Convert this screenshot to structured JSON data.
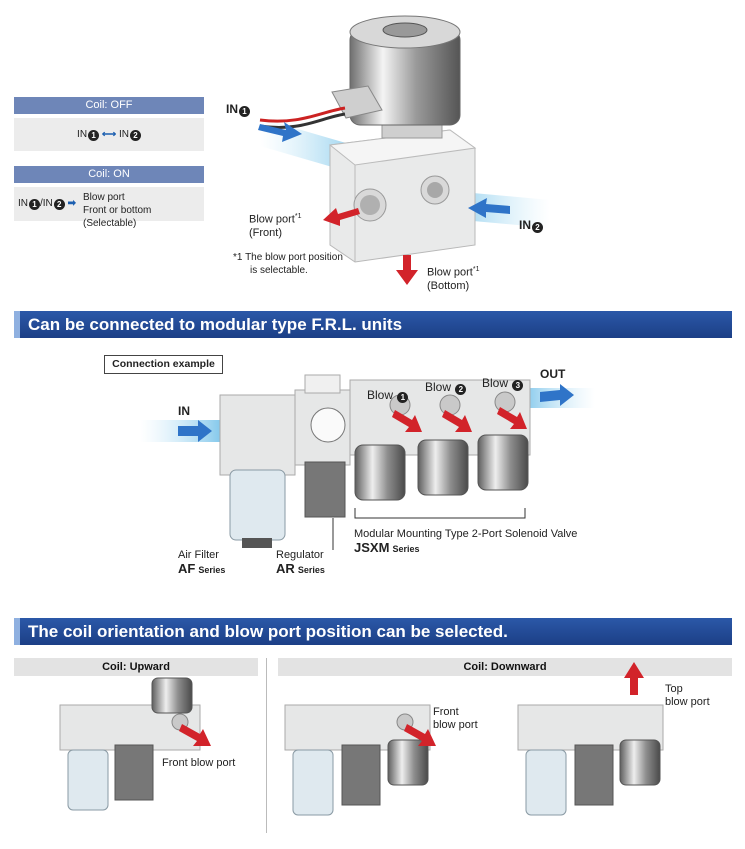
{
  "coil_off": {
    "header": "Coil: OFF",
    "in1": "IN",
    "in2": "IN",
    "n1": "1",
    "n2": "2"
  },
  "coil_on": {
    "header": "Coil: ON",
    "in12": "IN",
    "n1": "1",
    "slash": "/IN",
    "n2": "2",
    "blow_line1": "Blow port",
    "blow_line2": "Front or bottom (Selectable)"
  },
  "valve": {
    "in1_label": "IN",
    "in1_num": "1",
    "in2_label": "IN",
    "in2_num": "2",
    "blow_front_line1": "Blow port",
    "blow_front_mark": "*1",
    "blow_front_line2": "(Front)",
    "blow_bottom_line1": "Blow port",
    "blow_bottom_mark": "*1",
    "blow_bottom_line2": "(Bottom)",
    "note_mark": "*1",
    "note_line1": "The blow port position",
    "note_line2": "is selectable."
  },
  "section1": {
    "title": "Can be connected to modular type F.R.L. units"
  },
  "example": {
    "box_label": "Connection example",
    "in_label": "IN",
    "out_label": "OUT",
    "blow1": "Blow",
    "blow1_num": "1",
    "blow2": "Blow",
    "blow2_num": "2",
    "blow3": "Blow",
    "blow3_num": "3",
    "air_filter_caption": "Air Filter",
    "af_series": "AF",
    "af_suffix": "Series",
    "regulator_caption": "Regulator",
    "ar_series": "AR",
    "ar_suffix": "Series",
    "solenoid_caption": "Modular Mounting Type 2-Port Solenoid Valve",
    "jsxm_series": "JSXM",
    "jsxm_suffix": "Series"
  },
  "section2": {
    "title": "The coil orientation and blow port position can be selected."
  },
  "orientation": {
    "upward_label": "Coil: Upward",
    "downward_label": "Coil: Downward",
    "front_blow_upward": "Front blow port",
    "front_blow_down_line1": "Front",
    "front_blow_down_line2": "blow port",
    "top_blow_line1": "Top",
    "top_blow_line2": "blow port"
  },
  "colors": {
    "accent": "#1c3f86",
    "coil_header": "#6e86b8",
    "flow_blue": "#1c5fb0",
    "flow_red": "#d2232a"
  }
}
